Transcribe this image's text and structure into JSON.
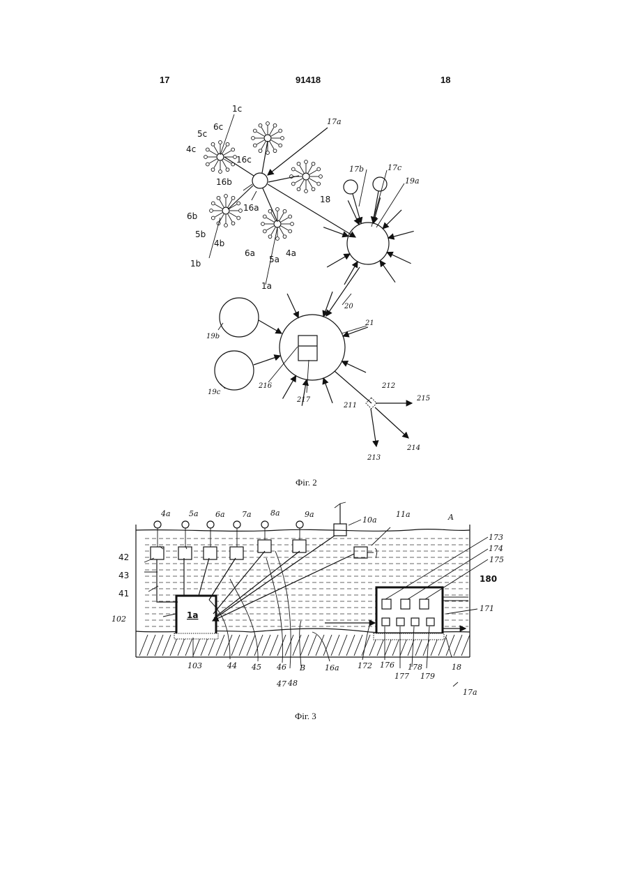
{
  "header": {
    "left_page": "17",
    "patent_number": "91418",
    "right_page": "18"
  },
  "figure2": {
    "caption": "Фіг. 2",
    "labels": {
      "l1c": "1c",
      "l5c": "5c",
      "l6c": "6c",
      "l4c": "4c",
      "l17a": "17a",
      "l16c": "16c",
      "l16b": "16b",
      "l6b": "6b",
      "l16a": "16a",
      "l5b": "5b",
      "l4b": "4b",
      "l1b": "1b",
      "l6a": "6a",
      "l5a": "5a",
      "l4a": "4a",
      "l1a": "1a",
      "l17b": "17b",
      "l17c": "17c",
      "l19a": "19a",
      "l18": "18",
      "l20": "20",
      "l21": "21",
      "l19b": "19b",
      "l19c": "19c",
      "l216": "216",
      "l217": "217",
      "l211": "211",
      "l212": "212",
      "l215": "215",
      "l214": "214",
      "l213": "213"
    }
  },
  "figure3": {
    "caption": "Фіг. 3",
    "labels": {
      "l4a": "4a",
      "l5a": "5a",
      "l6a": "6a",
      "l7a": "7a",
      "l8a": "8a",
      "l9a": "9a",
      "l10a": "10a",
      "l11a": "11a",
      "lA": "A",
      "l173": "173",
      "l174": "174",
      "l175": "175",
      "l180": "180",
      "l171": "171",
      "l42": "42",
      "l43": "43",
      "l41": "41",
      "l102": "102",
      "l1a": "1a",
      "l103": "103",
      "l44": "44",
      "l45": "45",
      "l46": "46",
      "l47": "47",
      "l48": "48",
      "lB": "B",
      "l16a": "16a",
      "l172": "172",
      "l176": "176",
      "l177": "177",
      "l178": "178",
      "l179": "179",
      "l18": "18",
      "l17a": "17a"
    }
  }
}
